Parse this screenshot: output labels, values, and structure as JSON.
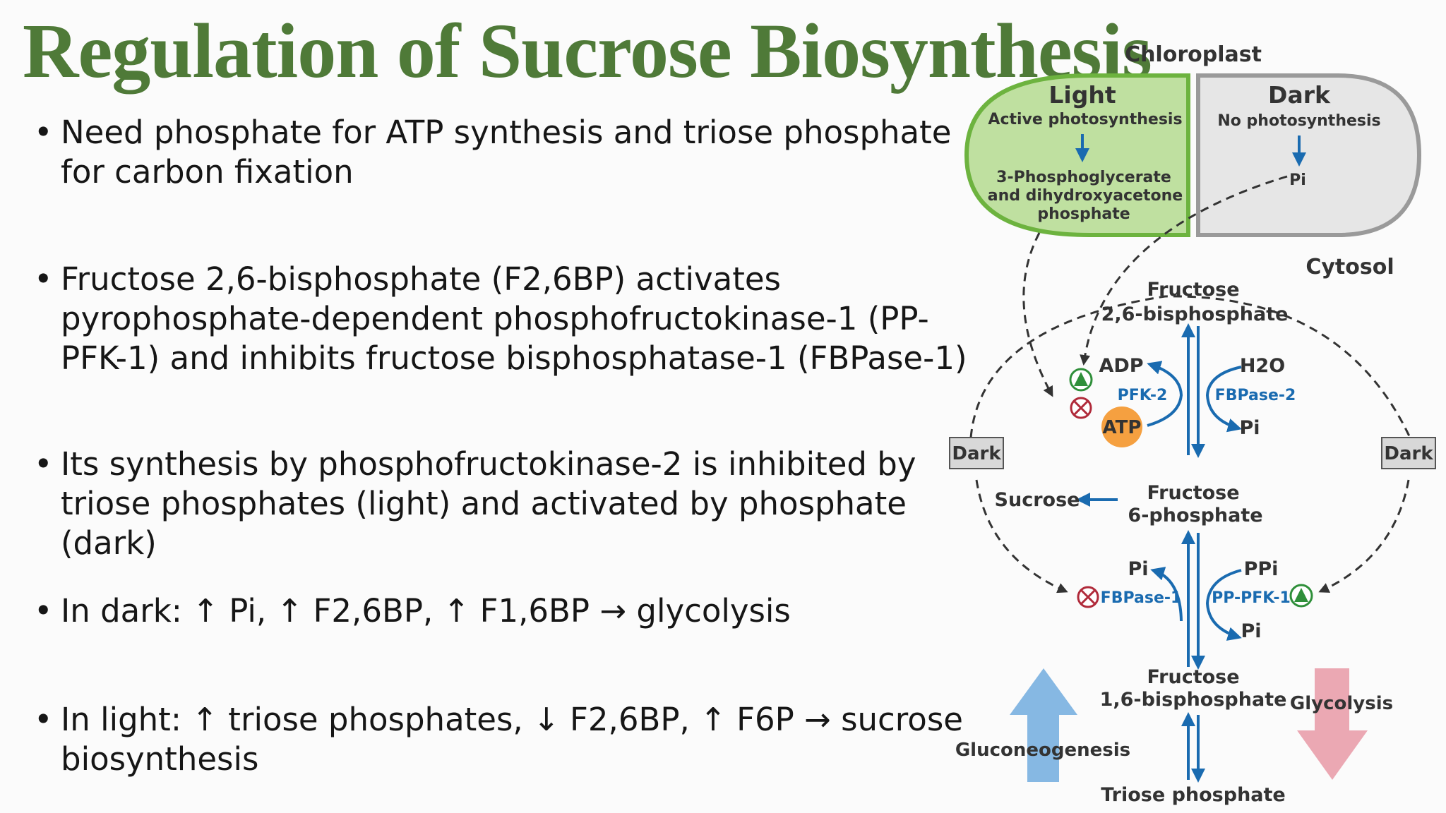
{
  "title": "Regulation of Sucrose Biosynthesis",
  "bullets": [
    {
      "text": "Need phosphate for ATP synthesis and triose phosphate for carbon fixation"
    },
    {
      "text": "Fructose 2,6-bisphosphate (F2,6BP) activates pyrophosphate-dependent phosphofructokinase-1 (PP-PFK-1) and inhibits fructose bisphosphatase-1 (FBPase-1)"
    },
    {
      "text": "Its synthesis by phosphofructokinase-2 is inhibited by triose phosphates (light) and activated by phosphate (dark)"
    },
    {
      "text": "In dark:  ↑ Pi, ↑ F2,6BP, ↑ F1,6BP →  glycolysis"
    },
    {
      "text": "In light: ↑ triose phosphates, ↓ F2,6BP, ↑ F6P →  sucrose biosynthesis"
    }
  ],
  "diagram": {
    "chloroplast_label": "Chloroplast",
    "cytosol_label": "Cytosol",
    "light": {
      "title": "Light",
      "subtitle": "Active photosynthesis",
      "line1": "3-Phosphoglycerate",
      "line2": "and dihydroxyacetone",
      "line3": "phosphate"
    },
    "dark": {
      "title": "Dark",
      "subtitle": "No photosynthesis",
      "pi": "Pi"
    },
    "f26bp_line1": "Fructose",
    "f26bp_line2": "2,6-bisphosphate",
    "adp": "ADP",
    "atp": "ATP",
    "pfk2": "PFK-2",
    "fbpase2": "FBPase-2",
    "h2o": "H2O",
    "pi_top": "Pi",
    "dark_left": "Dark",
    "dark_right": "Dark",
    "sucrose": "Sucrose",
    "f6p_line1": "Fructose",
    "f6p_line2": "6-phosphate",
    "pi_left": "Pi",
    "ppi": "PPi",
    "fbpase1": "FBPase-1",
    "pppfk1": "PP-PFK-1",
    "pi_bottom": "Pi",
    "f16bp_line1": "Fructose",
    "f16bp_line2": "1,6-bisphosphate",
    "glycolysis": "Glycolysis",
    "gluconeogenesis": "Gluconeogenesis",
    "triose": "Triose phosphate",
    "colors": {
      "title_green": "#4f7a38",
      "light_fill": "#bfe0a0",
      "light_border": "#6db33f",
      "dark_fill": "#e6e6e6",
      "dark_border": "#9a9a9a",
      "enzyme_blue": "#1a6bb0",
      "atp_orange": "#f5a040",
      "inhibit_red": "#b02a3a",
      "activate_green": "#2f8f3a",
      "gluconeogenesis_blue": "#86b8e3",
      "glycolysis_pink": "#eba8b3"
    }
  }
}
